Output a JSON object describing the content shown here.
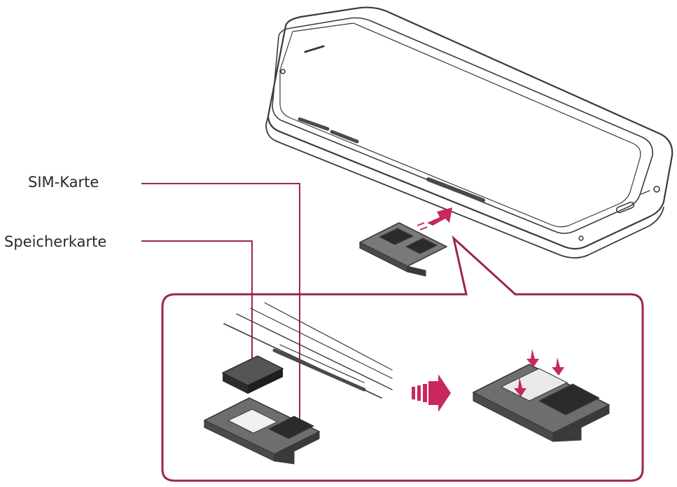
{
  "labels": {
    "sim_card": "SIM-Karte",
    "memory_card": "Speicherkarte"
  },
  "colors": {
    "callout": "#9b2453",
    "line": "#3a3a3a",
    "tray_fill": "#6e6e6e",
    "card_dark": "#2b2b2b",
    "arrow_fill": "#c8285f"
  },
  "icons": [
    "smartphone",
    "sim-tray",
    "insert-arrow",
    "memory-card",
    "push-down-arrow"
  ]
}
